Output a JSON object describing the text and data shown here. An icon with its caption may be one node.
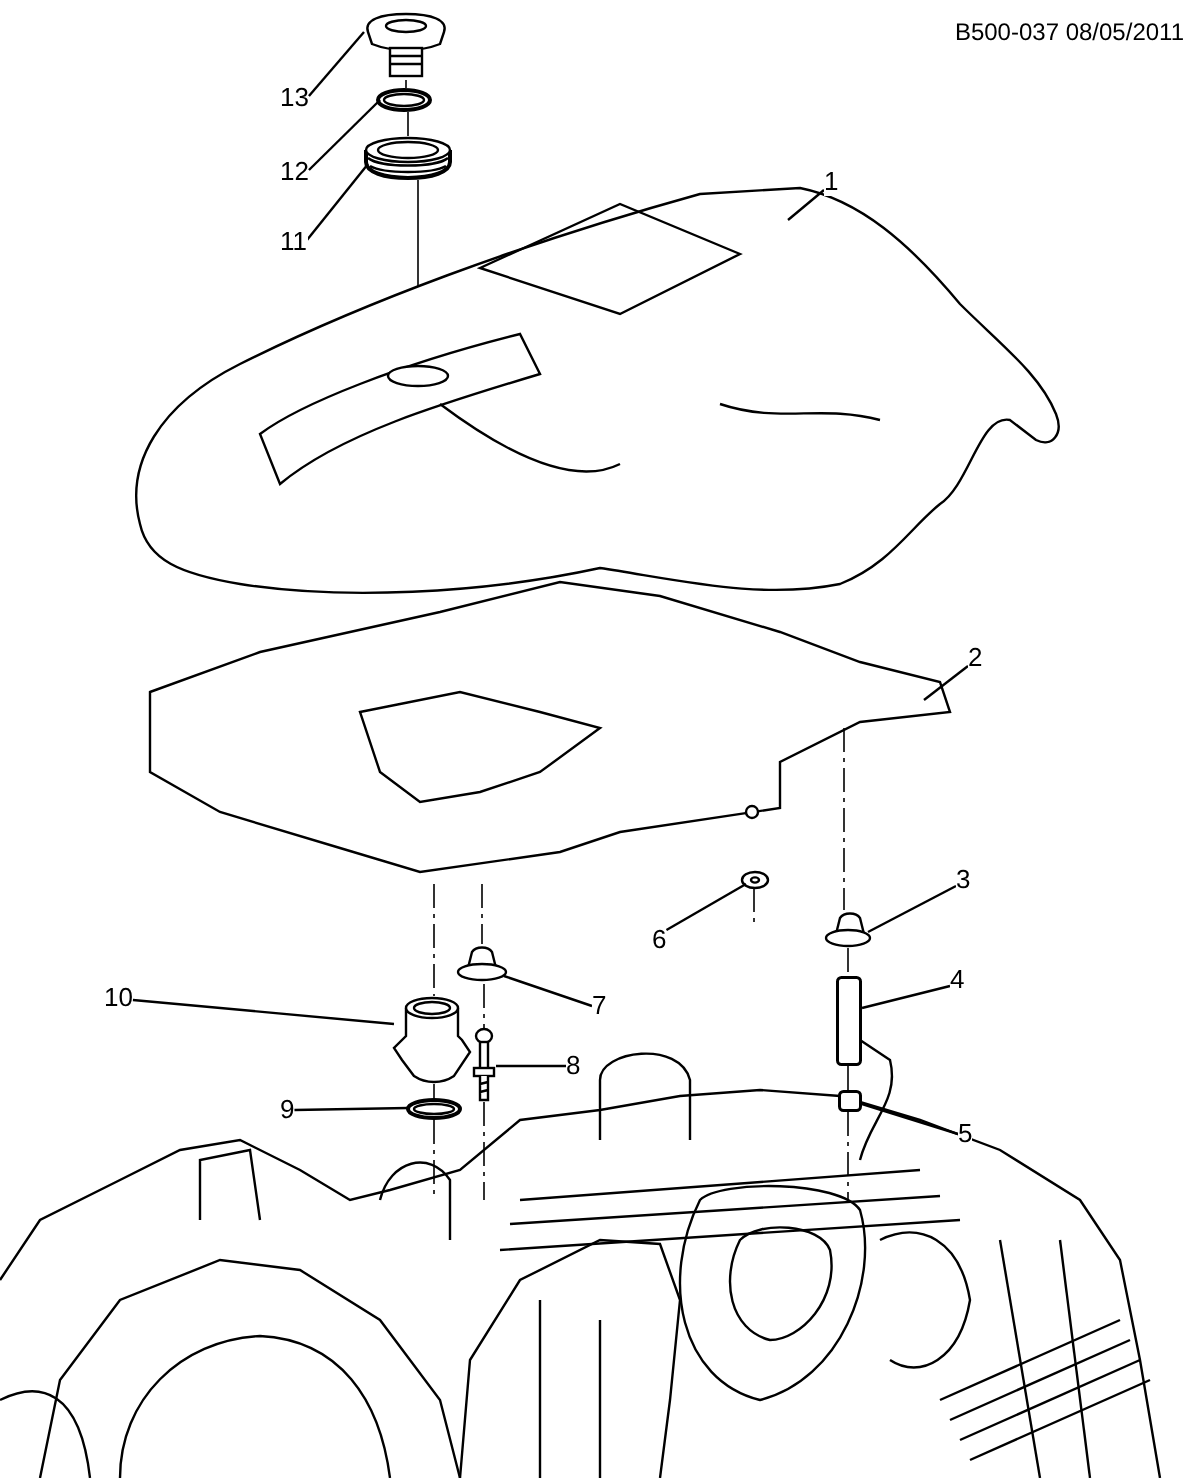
{
  "diagram": {
    "nodes": [
      {
        "text": [
          "13"
        ]
      },
      {
        "text": [
          "12"
        ]
      },
      {
        "text": [
          "11"
        ]
      },
      {
        "text": [
          "1"
        ]
      },
      {
        "text": [
          "2"
        ]
      },
      {
        "text": [
          "3"
        ]
      },
      {
        "text": [
          "6"
        ]
      },
      {
        "text": [
          "10"
        ]
      },
      {
        "text": [
          "7"
        ]
      },
      {
        "text": [
          "4"
        ]
      },
      {
        "text": [
          "8"
        ]
      },
      {
        "text": [
          "9"
        ]
      },
      {
        "text": [
          "5"
        ]
      },
      {
        "text": [],
        "shape": "picture"
      },
      {
        "text": [],
        "shape": "picture"
      },
      {
        "text": [],
        "shape": "picture"
      },
      {
        "text": [],
        "shape": "picture"
      },
      {
        "text": [],
        "shape": "picture"
      },
      {
        "text": [],
        "shape": "picture"
      },
      {
        "text": [],
        "shape": "picture"
      },
      {
        "text": [],
        "shape": "picture"
      },
      {
        "text": [],
        "shape": "picture"
      },
      {
        "text": [],
        "shape": "box"
      },
      {
        "text": [],
        "shape": "picture"
      },
      {
        "text": [],
        "shape": "picture"
      },
      {
        "text": [],
        "shape": "box"
      }
    ],
    "edges": [
      {
        "from": 0,
        "to": 13,
        "arrow": "none"
      },
      {
        "from": 1,
        "to": 14,
        "arrow": "none"
      },
      {
        "from": 2,
        "to": 15,
        "arrow": "none"
      },
      {
        "from": 3,
        "to": 16,
        "arrow": "none"
      },
      {
        "from": 4,
        "to": 17,
        "arrow": "none"
      },
      {
        "from": 5,
        "to": 18,
        "arrow": "none"
      },
      {
        "from": 6,
        "to": 19,
        "arrow": "none"
      },
      {
        "from": 7,
        "to": 20,
        "arrow": "none"
      },
      {
        "from": 8,
        "to": 21,
        "arrow": "none"
      },
      {
        "from": 9,
        "to": 22,
        "arrow": "none"
      },
      {
        "from": 10,
        "to": 23,
        "arrow": "none"
      },
      {
        "from": 11,
        "to": 24,
        "arrow": "none"
      },
      {
        "from": 12,
        "to": 25,
        "arrow": "none"
      },
      {
        "from": 13,
        "to": 14,
        "arrow": "none"
      },
      {
        "from": 14,
        "to": 15,
        "arrow": "none"
      },
      {
        "from": 15,
        "to": 16,
        "arrow": "none"
      },
      {
        "from": 17,
        "to": 20,
        "arrow": "none",
        "style": "dashed"
      },
      {
        "from": 20,
        "to": 24,
        "arrow": "none",
        "style": "dashed"
      },
      {
        "from": 24,
        "to": null,
        "arrow": "none",
        "style": "dashed"
      },
      {
        "from": 17,
        "to": 21,
        "arrow": "none",
        "style": "dashed"
      },
      {
        "from": 21,
        "to": 23,
        "arrow": "none",
        "style": "dashed"
      },
      {
        "from": 23,
        "to": null,
        "arrow": "none",
        "style": "dashed"
      },
      {
        "from": 19,
        "to": null,
        "arrow": "none",
        "style": "dashed"
      },
      {
        "from": 17,
        "to": 18,
        "arrow": "none",
        "style": "dashed"
      },
      {
        "from": 18,
        "to": 22,
        "arrow": "none",
        "style": "dashed"
      },
      {
        "from": 22,
        "to": 25,
        "arrow": "none",
        "style": "dashed"
      },
      {
        "from": 25,
        "to": null,
        "arrow": "none",
        "style": "dashed"
      }
    ],
    "labels": [
      "B500-037 08/05/2011"
    ]
  }
}
